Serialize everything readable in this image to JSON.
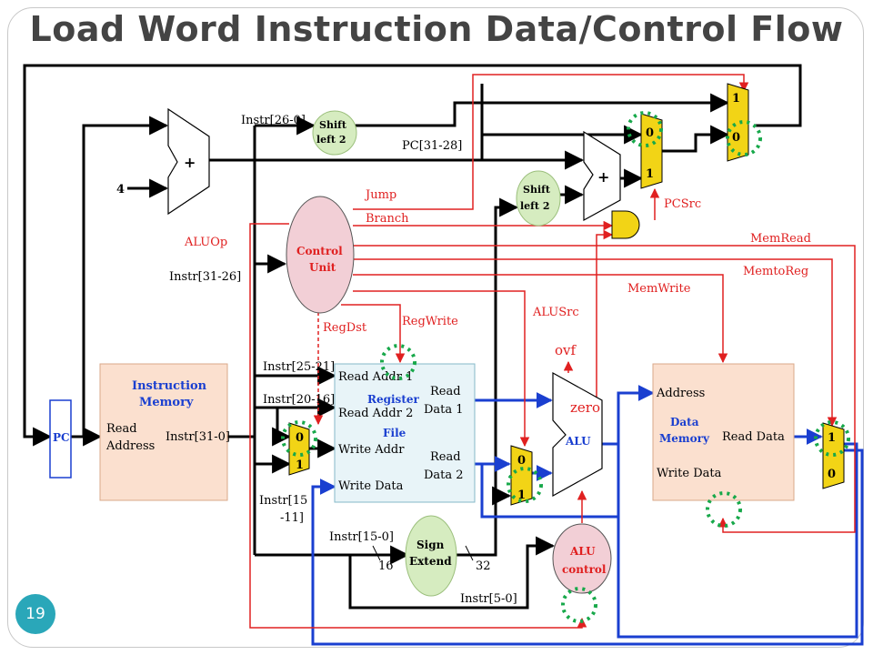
{
  "title": "Load Word Instruction Data/Control Flow",
  "page_number": "19",
  "components": {
    "pc": "PC",
    "instr_mem_title_1": "Instruction",
    "instr_mem_title_2": "Memory",
    "read_address_1": "Read",
    "read_address_2": "Address",
    "instr_out": "Instr[31-0]",
    "adder_plus_1": "+",
    "adder_plus_2": "+",
    "four": "4",
    "shift1_1": "Shift",
    "shift1_2": "left 2",
    "shift2_1": "Shift",
    "shift2_2": "left 2",
    "control_1": "Control",
    "control_2": "Unit",
    "reg_read_addr1": "Read Addr 1",
    "reg_read_addr2": "Read Addr 2",
    "reg_write_addr": "Write Addr",
    "reg_write_data": "Write Data",
    "reg_title_1": "Register",
    "reg_title_2": "File",
    "reg_read_data1_1": "Read",
    "reg_read_data1_2": "Data 1",
    "reg_read_data2_1": "Read",
    "reg_read_data2_2": "Data 2",
    "alu": "ALU",
    "ovf": "ovf",
    "zero": "zero",
    "alu_control_1": "ALU",
    "alu_control_2": "control",
    "sign_extend_1": "Sign",
    "sign_extend_2": "Extend",
    "dmem_address": "Address",
    "dmem_title_1": "Data",
    "dmem_title_2": "Memory",
    "dmem_read_data": "Read Data",
    "dmem_write_data": "Write Data"
  },
  "mux_labels": {
    "regdst_mux_top": "0",
    "regdst_mux_bottom": "1",
    "alusrc_mux_top": "0",
    "alusrc_mux_bottom": "1",
    "memtoreg_mux_top": "1",
    "memtoreg_mux_bottom": "0",
    "pcsrc_mux_top": "0",
    "pcsrc_mux_bottom": "1",
    "jump_mux_top": "1",
    "jump_mux_bottom": "0"
  },
  "wire_labels": {
    "instr_26_0": "Instr[26-0]",
    "pc_31_28": "PC[31-28]",
    "instr_31_26": "Instr[31-26]",
    "instr_25_21": "Instr[25-21]",
    "instr_20_16": "Instr[20-16]",
    "instr_15_11_a": "Instr[15",
    "instr_15_11_b": "-11]",
    "instr_15_0": "Instr[15-0]",
    "instr_5_0": "Instr[5-0]",
    "sixteen": "16",
    "thirtytwo": "32"
  },
  "control_signals": {
    "jump": "Jump",
    "branch": "Branch",
    "aluop": "ALUOp",
    "regdst": "RegDst",
    "regwrite": "RegWrite",
    "alusrc": "ALUSrc",
    "pcsrc": "PCSrc",
    "memread": "MemRead",
    "memtoreg": "MemtoReg",
    "memwrite": "MemWrite"
  },
  "colors": {
    "control": "#e02020",
    "datapath_active": "#1a3fd0",
    "datapath": "#000000",
    "mux": "#f2d416",
    "control_unit": "#f2cfd6",
    "shift": "#d6ecc0",
    "memory": "#fbe0cf",
    "register_file": "#e8f4f8",
    "highlight": "#17a84a"
  }
}
